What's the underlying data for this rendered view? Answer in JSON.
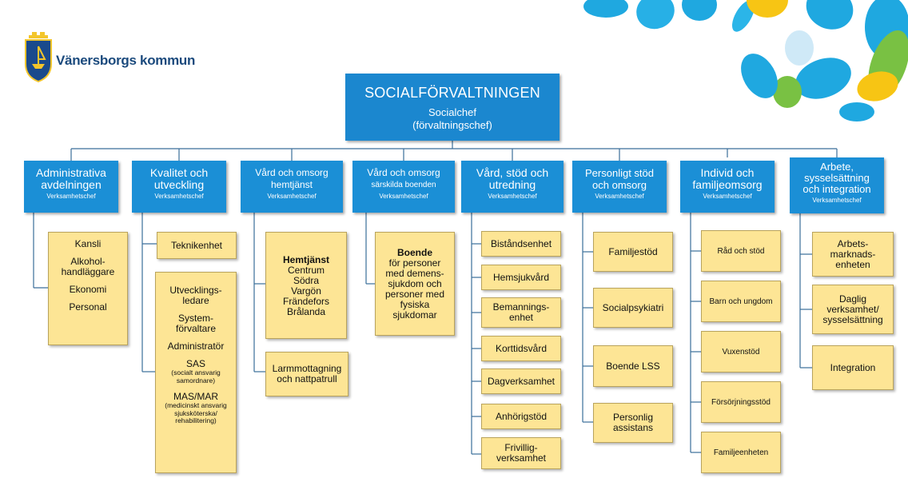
{
  "logo": {
    "text": "Vänersborgs kommun"
  },
  "colors": {
    "dept_blue": "#1b8fd6",
    "unit_yellow": "#fde595",
    "line": "#3a6e9a"
  },
  "top": {
    "title": "SOCIALFÖRVALTNINGEN",
    "subtitle1": "Socialchef",
    "subtitle2": "(förvaltningschef)"
  },
  "departments": [
    {
      "name1": "Administrativa",
      "name2": "avdelningen",
      "sub": "Verksamhetschef"
    },
    {
      "name1": "Kvalitet och",
      "name2": "utveckling",
      "sub": "Verksamhetschef"
    },
    {
      "name1": "Vård och omsorg",
      "name2": "hemtjänst",
      "sub": "Verksamhetschef"
    },
    {
      "name1": "Vård och omsorg",
      "name2": "särskilda boenden",
      "sub": "Verksamhetschef"
    },
    {
      "name1": "Vård, stöd och",
      "name2": "utredning",
      "sub": "Verksamhetschef"
    },
    {
      "name1": "Personligt stöd",
      "name2": "och omsorg",
      "sub": "Verksamhetschef"
    },
    {
      "name1": "Individ och",
      "name2": "familjeomsorg",
      "sub": "Verksamhetschef"
    },
    {
      "name1": "Arbete,",
      "name2": "sysselsättning",
      "name3": "och integration",
      "sub": "Verksamhetschef"
    }
  ],
  "units": {
    "admin": [
      "Kansli",
      "Alkohol-",
      "handläggare",
      "Ekonomi",
      "Personal"
    ],
    "kvalitet_1": "Teknikenhet",
    "kvalitet_2": {
      "a1": "Utvecklings-",
      "a2": "ledare",
      "b1": "System-",
      "b2": "förvaltare",
      "c": "Administratör",
      "d": "SAS",
      "d_note1": "(socialt ansvarig",
      "d_note2": "samordnare)",
      "e": "MAS/MAR",
      "e_note1": "(medicinskt ansvarig",
      "e_note2": "sjuksköterska/",
      "e_note3": "rehabilitering)"
    },
    "hemtjanst_1": {
      "title": "Hemtjänst",
      "items": [
        "Centrum",
        "Södra",
        "Vargön",
        "Frändefors",
        "Brålanda"
      ]
    },
    "hemtjanst_2": {
      "l1": "Larmmottagning",
      "l2": "och nattpatrull"
    },
    "boende": {
      "title": "Boende",
      "lines": [
        "för personer",
        "med demens-",
        "sjukdom och",
        "personer med",
        "fysiska",
        "sjukdomar"
      ]
    },
    "vsu": [
      {
        "l1": "Biståndsenhet"
      },
      {
        "l1": "Hemsjukvård"
      },
      {
        "l1": "Bemannings-",
        "l2": "enhet"
      },
      {
        "l1": "Korttidsvård"
      },
      {
        "l1": "Dagverksamhet"
      },
      {
        "l1": "Anhörigstöd"
      },
      {
        "l1": "Frivillig-",
        "l2": "verksamhet"
      }
    ],
    "pso": [
      {
        "l1": "Familjestöd"
      },
      {
        "l1": "Socialpsykiatri"
      },
      {
        "l1": "Boende LSS"
      },
      {
        "l1": "Personlig",
        "l2": "assistans"
      }
    ],
    "ifo": [
      {
        "l1": "Råd och stöd"
      },
      {
        "l1": "Barn och ungdom"
      },
      {
        "l1": "Vuxenstöd"
      },
      {
        "l1": "Försörjningsstöd"
      },
      {
        "l1": "Familjeenheten"
      }
    ],
    "asi": [
      {
        "l1": "Arbets-",
        "l2": "marknads-",
        "l3": "enheten"
      },
      {
        "l1": "Daglig",
        "l2": "verksamhet/",
        "l3": "sysselsättning"
      },
      {
        "l1": "Integration"
      }
    ]
  }
}
